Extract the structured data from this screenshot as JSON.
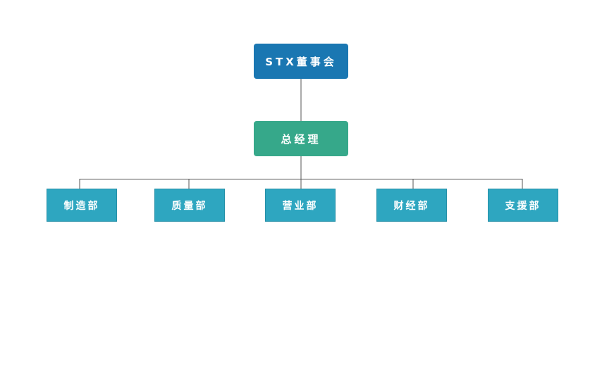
{
  "board": {
    "label": "STX董事会"
  },
  "general_manager": {
    "label": "总经理"
  },
  "departments": [
    {
      "label": "制造部"
    },
    {
      "label": "质量部"
    },
    {
      "label": "营业部"
    },
    {
      "label": "财经部"
    },
    {
      "label": "支援部"
    }
  ],
  "colors": {
    "board": "#1a77b2",
    "general_manager": "#36a88a",
    "department": "#2ea6c0",
    "connector": "#555555"
  }
}
